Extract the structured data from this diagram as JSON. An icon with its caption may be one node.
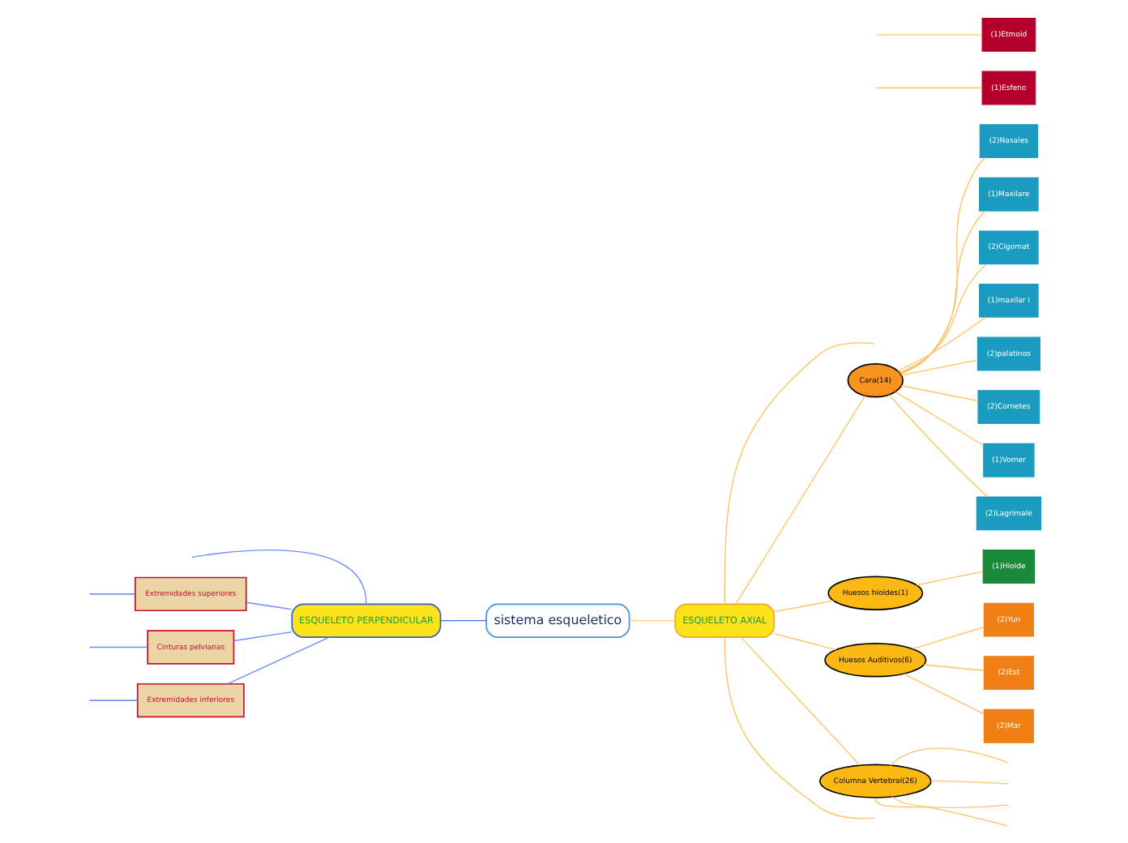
{
  "diagram": {
    "nodes": [
      {
        "text": [
          "sistema esqueletico"
        ]
      },
      {
        "text": [
          "ESQUELETO PERPENDICULAR"
        ]
      },
      {
        "text": [
          "ESQUELETO AXIAL"
        ]
      },
      {
        "text": [
          "Extremidades superiores"
        ]
      },
      {
        "text": [
          "Cinturas pelvianas"
        ]
      },
      {
        "text": [
          "Extremidades inferiores"
        ]
      },
      {
        "text": [
          "(1)Esfeno"
        ]
      },
      {
        "text": [
          "(1)Etmoid"
        ]
      },
      {
        "text": [
          "Cara(14)"
        ]
      },
      {
        "text": [
          "(2)Nasales"
        ]
      },
      {
        "text": [
          "(1)Maxilare"
        ]
      },
      {
        "text": [
          "(2)Cigomat"
        ]
      },
      {
        "text": [
          "(1)maxilar i"
        ]
      },
      {
        "text": [
          "(2)palatinos"
        ]
      },
      {
        "text": [
          "(2)Cornetes"
        ]
      },
      {
        "text": [
          "(1)Vomer"
        ]
      },
      {
        "text": [
          "(2)Lagrimale"
        ]
      },
      {
        "text": [
          "Huesos hioides(1)"
        ]
      },
      {
        "text": [
          "(1)Hioide"
        ]
      },
      {
        "text": [
          "Huesos Auditivos(6)"
        ]
      },
      {
        "text": [
          "(2)Yun"
        ]
      },
      {
        "text": [
          "(2)Est"
        ]
      },
      {
        "text": [
          "(2)Mar"
        ]
      },
      {
        "text": [
          "Columna Vertebral(26)"
        ]
      }
    ],
    "edges": [
      {
        "from": 0,
        "to": 1,
        "arrow": "none",
        "color": "#3f6fe8"
      },
      {
        "from": 0,
        "to": 2,
        "arrow": "none"
      },
      {
        "from": 1,
        "to": null,
        "arrow": "none",
        "color": "#6b8cff"
      },
      {
        "from": 1,
        "to": 3,
        "arrow": "none",
        "color": "#6b8cff"
      },
      {
        "from": 1,
        "to": 4,
        "arrow": "none",
        "color": "#6b8cff"
      },
      {
        "from": 1,
        "to": 5,
        "arrow": "none",
        "color": "#6b8cff"
      },
      {
        "from": 3,
        "to": null,
        "arrow": "none",
        "color": "#3f6fe8"
      },
      {
        "from": 4,
        "to": null,
        "arrow": "none",
        "color": "#6b8cff"
      },
      {
        "from": 5,
        "to": null,
        "arrow": "none",
        "color": "#3f6fe8"
      },
      {
        "from": 2,
        "to": null,
        "arrow": "none"
      },
      {
        "from": null,
        "to": 6,
        "arrow": "none"
      },
      {
        "from": null,
        "to": 7,
        "arrow": "none"
      },
      {
        "from": 2,
        "to": 8,
        "arrow": "none"
      },
      {
        "from": 8,
        "to": 9,
        "arrow": "none"
      },
      {
        "from": 8,
        "to": 10,
        "arrow": "none"
      },
      {
        "from": 8,
        "to": 11,
        "arrow": "none"
      },
      {
        "from": 8,
        "to": 12,
        "arrow": "none"
      },
      {
        "from": 8,
        "to": 13,
        "arrow": "none"
      },
      {
        "from": 8,
        "to": 14,
        "arrow": "none"
      },
      {
        "from": 8,
        "to": 15,
        "arrow": "none"
      },
      {
        "from": 8,
        "to": 16,
        "arrow": "none"
      },
      {
        "from": 2,
        "to": 17,
        "arrow": "none"
      },
      {
        "from": 17,
        "to": 18,
        "arrow": "none"
      },
      {
        "from": 2,
        "to": 19,
        "arrow": "none"
      },
      {
        "from": 19,
        "to": 20,
        "arrow": "none"
      },
      {
        "from": 19,
        "to": 21,
        "arrow": "none"
      },
      {
        "from": 19,
        "to": 22,
        "arrow": "none"
      },
      {
        "from": 2,
        "to": 23,
        "arrow": "none"
      },
      {
        "from": 23,
        "to": null,
        "arrow": "none"
      },
      {
        "from": 23,
        "to": null,
        "arrow": "none"
      },
      {
        "from": 23,
        "to": null,
        "arrow": "none"
      },
      {
        "from": 23,
        "to": null,
        "arrow": "none"
      },
      {
        "from": 2,
        "to": null,
        "arrow": "none"
      }
    ]
  }
}
